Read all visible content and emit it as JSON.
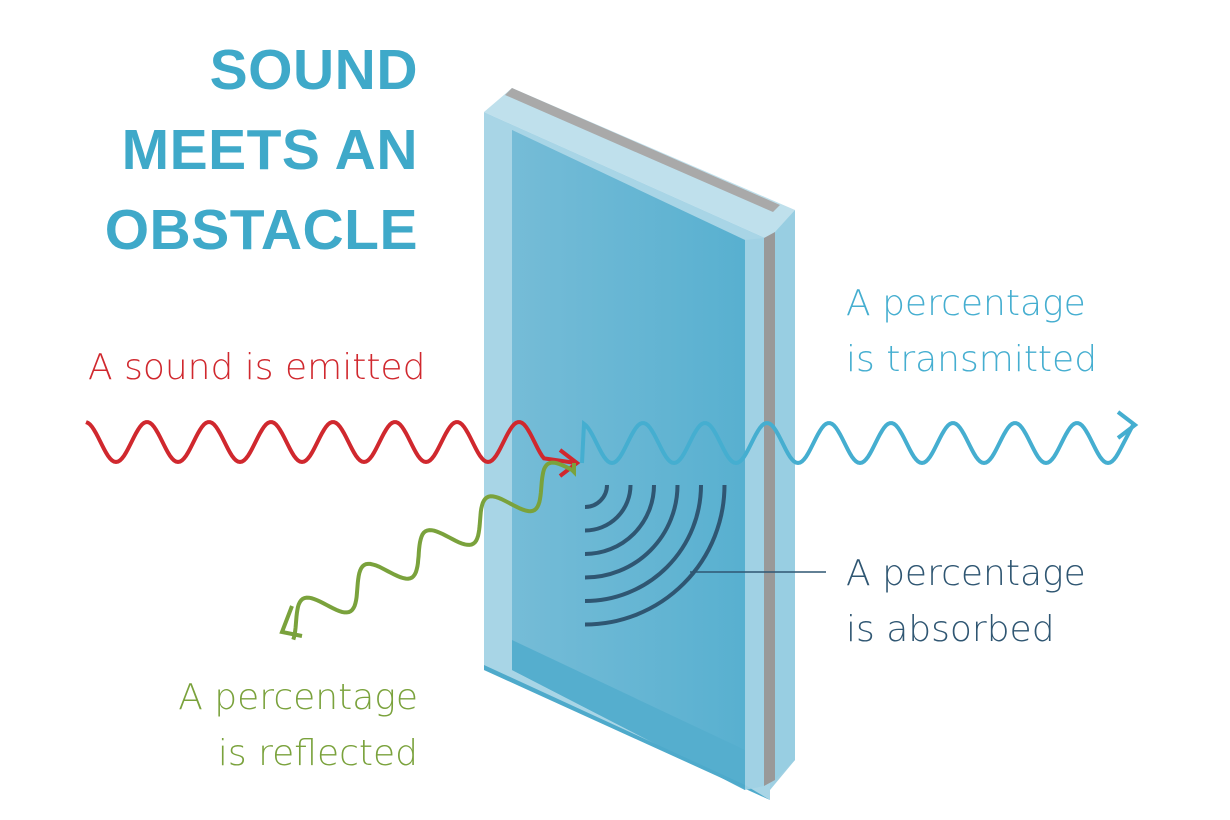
{
  "title": {
    "line1": "SOUND",
    "line2": "MEETS AN",
    "line3": "OBSTACLE"
  },
  "labels": {
    "emitted": "A sound is emitted",
    "transmitted": {
      "line1": "A percentage",
      "line2": "is transmitted"
    },
    "absorbed": {
      "line1": "A percentage",
      "line2": "is absorbed"
    },
    "reflected": {
      "line1": "A percentage",
      "line2": "is reflected"
    }
  },
  "colors": {
    "title": "#3fa9c9",
    "emitted": "#d0282e",
    "transmitted": "#45aed0",
    "absorbed": "#2f5672",
    "reflected": "#7aa23c"
  }
}
